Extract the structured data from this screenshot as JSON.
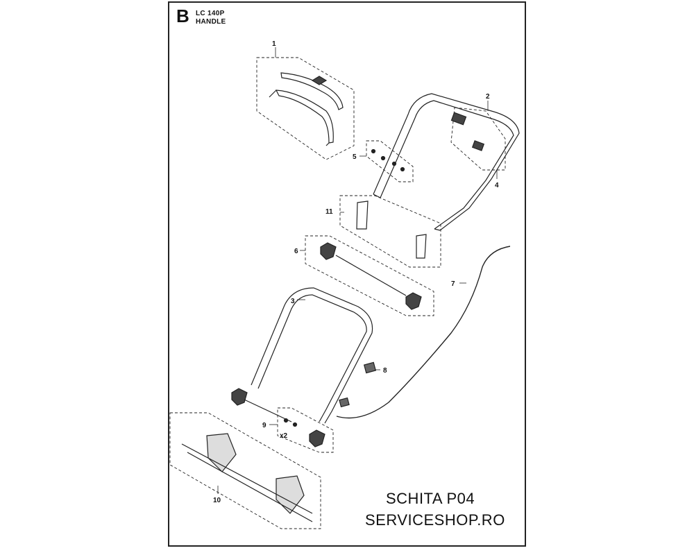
{
  "sheet": {
    "letter": "B",
    "model": "LC 140P",
    "section": "HANDLE"
  },
  "callouts": {
    "c1": "1",
    "c2": "2",
    "c3": "3",
    "c4": "4",
    "c5": "5",
    "c6": "6",
    "c7": "7",
    "c8": "8",
    "c9": "9",
    "c10": "10",
    "c11": "11",
    "qty9": "x2"
  },
  "footer": {
    "line1": "SCHITA P04",
    "line2": "SERVICESHOP.RO"
  }
}
